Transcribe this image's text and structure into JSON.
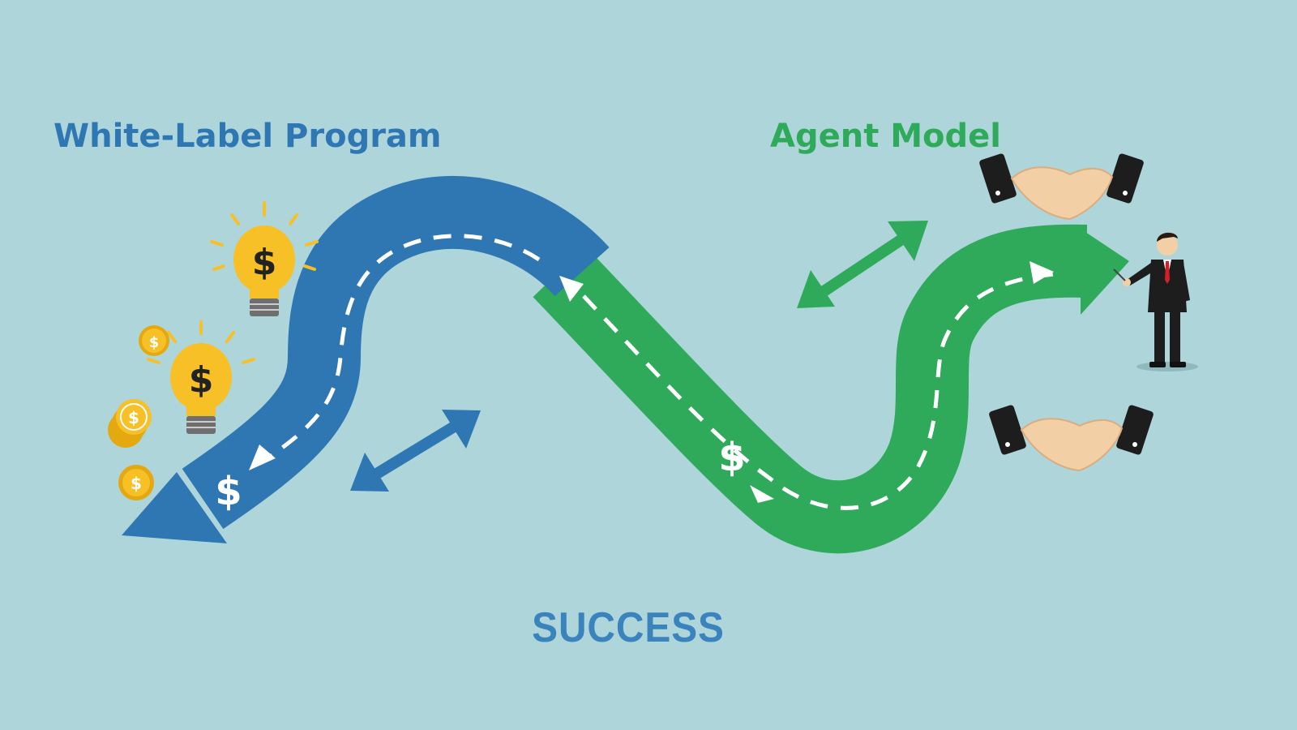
{
  "diagram": {
    "left_title": "White-Label Program",
    "right_title": "Agent Model",
    "bottom_label": "SUCCESS",
    "dollar_symbol": "$"
  },
  "colors": {
    "background": "#aed6da",
    "blue_path": "#2f77b3",
    "green_path": "#2eaa5a",
    "bulb": "#f6c026",
    "coin": "#f4bd1c"
  },
  "icons": [
    "lightbulb-dollar-icon",
    "coin-stack-icon",
    "handshake-icon",
    "businessman-icon",
    "double-arrow-icon"
  ]
}
